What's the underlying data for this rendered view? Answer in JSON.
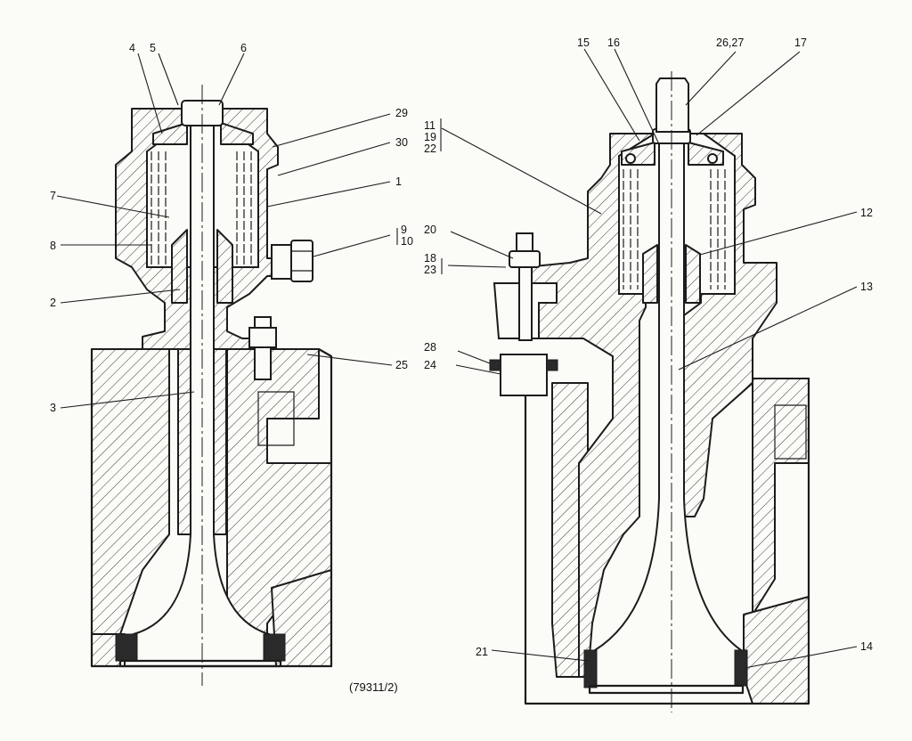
{
  "labels": {
    "l1": "1",
    "l2": "2",
    "l3": "3",
    "l4": "4",
    "l5": "5",
    "l6": "6",
    "l7": "7",
    "l8": "8",
    "l9": "9",
    "l10": "10",
    "l11": "11",
    "l19": "19",
    "l22": "22",
    "l12": "12",
    "l13": "13",
    "l14": "14",
    "l15": "15",
    "l16": "16",
    "l17": "17",
    "l18": "18",
    "l23": "23",
    "l20": "20",
    "l21": "21",
    "l24": "24",
    "l25": "25",
    "l2627": "26,27",
    "l28": "28",
    "l29": "29",
    "l30": "30"
  },
  "figure_ref": "(79311/2)"
}
